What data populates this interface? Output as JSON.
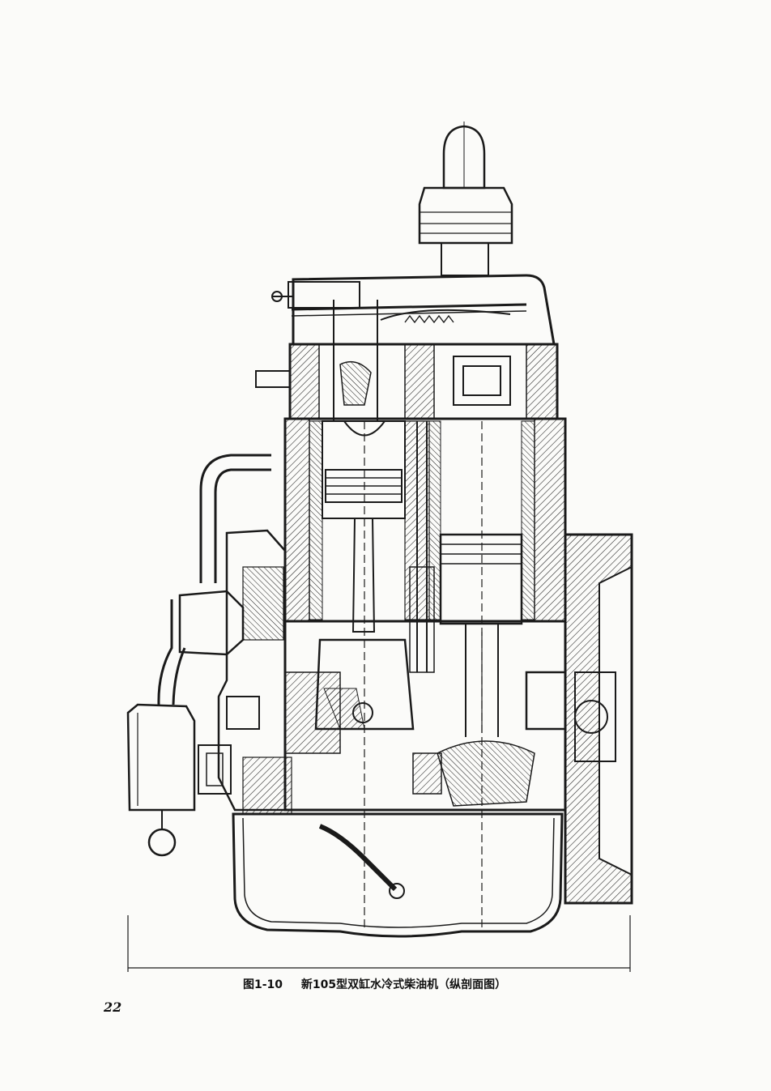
{
  "figure": {
    "number": "图1-10",
    "title": "新105型双缸水冷式柴油机（纵剖面图）"
  },
  "page_number": "22",
  "colors": {
    "ink": "#1a1a1a",
    "paper": "#fbfbf9"
  }
}
